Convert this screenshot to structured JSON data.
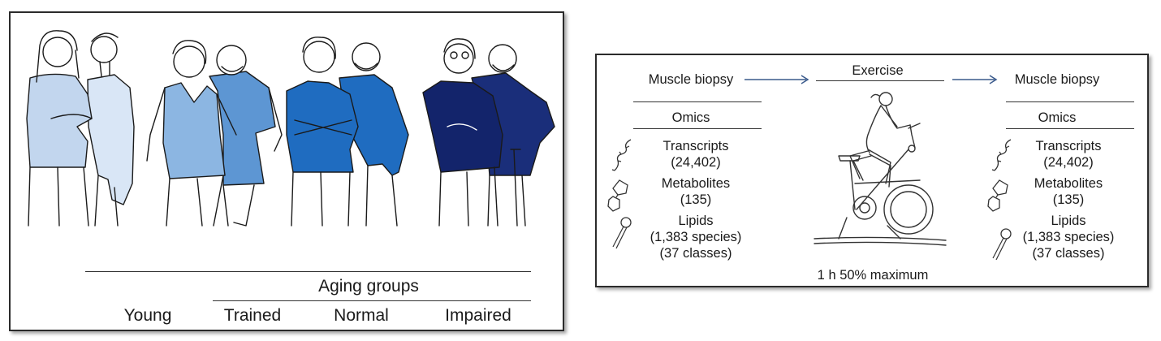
{
  "left": {
    "header": "Aging groups",
    "groups": [
      "Young",
      "Trained",
      "Normal",
      "Impaired"
    ],
    "colors": {
      "young": "#c2d6ee",
      "trained": "#5d96d3",
      "normal": "#1f6cc0",
      "impaired": "#13246b"
    }
  },
  "right": {
    "biopsy_left": "Muscle biopsy",
    "exercise": "Exercise",
    "biopsy_right": "Muscle biopsy",
    "omics_left": "Omics",
    "omics_right": "Omics",
    "categories": [
      {
        "name": "Transcripts",
        "detail": "(24,402)",
        "icon": "transcript-icon"
      },
      {
        "name": "Metabolites",
        "detail": "(135)",
        "icon": "metabolite-icon"
      },
      {
        "name": "Lipids",
        "detail": "(1,383 species)",
        "detail2": "(37 classes)",
        "icon": "lipid-icon"
      }
    ],
    "protocol": "1 h 50% maximum",
    "arrow_color": "#3a5a8c"
  }
}
